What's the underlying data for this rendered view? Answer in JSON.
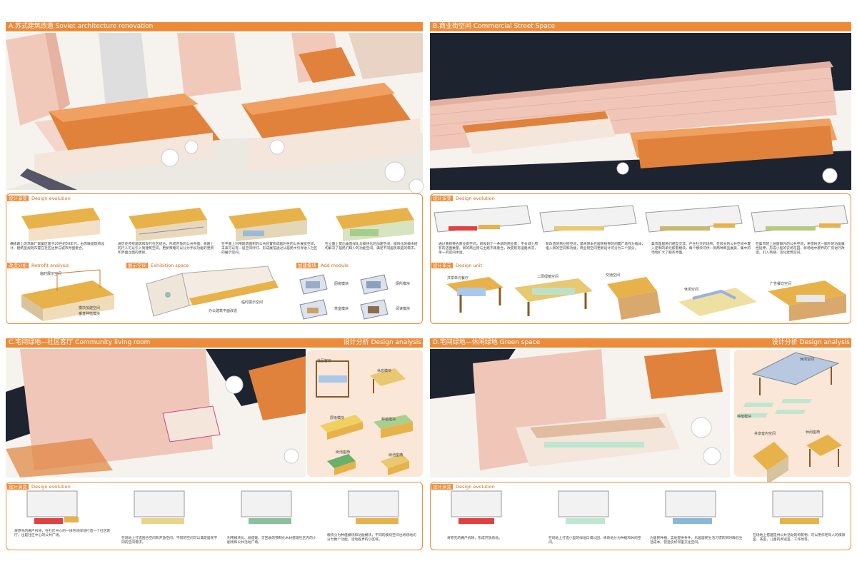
{
  "sections": {
    "a_title": "A.苏式建筑改造  Soviet architecture renovation",
    "b_title": "B.商业街空间  Commercial Street Space",
    "c_title": "C.宅间绿地—社区客厅  Community living room",
    "c_right": "设计分析  Design analysis",
    "d_title": "D.宅间绿地—休闲绿地  Green space",
    "d_right": "设计分析  Design analysis"
  },
  "a": {
    "evo_cn": "设计演变",
    "evo_en": "Design evolution",
    "captions": [
      "横栋路上的苏联厂家属区建于20世纪50年代，由苏联建筑师设计，建筑呈规则布置在社区边界与城市界面重合。",
      "将历史传统建筑和现代社区结合，形成开放的公共界面，将路上的行人可以引入到建筑空间，更新策略可以分为手段功能的更新和界面立面的更新。",
      "在平面上利用建筑面积的公共装置形成临时性的公共展览空间，未来可以有一层空间呼吁、形成展馆通过从居民中引导进入社区的展示空间。",
      "在立面上提出垂直绿化与模块化的加建空间，模块化的模块结构解决了居民们缺少的功能空间，满足不同居民家庭的需求。"
    ],
    "retro_cn": "改造分析",
    "retro_en": "Retrofit analysis",
    "retro_l1": "临时展示空间",
    "retro_l2": "模块加建空间",
    "retro_l3": "垂直种植模块",
    "exh_cn": "展示空间",
    "exh_en": "Exhibition space",
    "exh_l1": "办公建筑平面改造",
    "exh_l2": "临时展示空间",
    "add_cn": "加建模块",
    "add_en": "Add module",
    "mods": [
      "厨房模块",
      "厕所模块",
      "茶室模块",
      "阅读模块"
    ]
  },
  "b": {
    "evo_cn": "设计演变",
    "evo_en": "Design evolution",
    "captions": [
      "通过重新整合商业街空间，新规划了一条新的商业街，不会减少原有的店面数量，新的商业街与主路不再重合，改变现有道路状况，单一的空间体验。",
      "新改造的商业街空间，是将原本在居民楼旁的闲置广场作为载体，植入新的空间和功能，商业街空间更新设计可分为三个部分。",
      "集市是居民们相互交流、产生社交的场所，在较长的公共空间中置入定制的单元嵌套模块，每个模块可供一到两种商品展卖，集中的场地扩大了服务界面。",
      "在集市的上层是额外的公共空间，希望将这一额外的功能属性延伸，形成小型的农场花园，将场地中废弃的厂房进行改造，引入商铺、活化建筑空间。"
    ],
    "unit_cn": "设计单元",
    "unit_en": "Design unit",
    "units": [
      "共享单元餐厅",
      "二层绿植空间",
      "交通空间",
      "休闲空间",
      "广告餐饮空间"
    ]
  },
  "c": {
    "analysis": [
      "社区客厅",
      "休息模块",
      "层级模块",
      "种植模块",
      "树池座椅",
      "树池座椅"
    ],
    "evo_cn": "设计演变",
    "evo_en": "Design evolution",
    "captions": [
      "将原先的棚户拆除，在社区中心的一块宅间绿地打造一个社区客厅，也是社区中心的公共广场。",
      "在场地上打造围合空间和开放空间，不同的空间可以满足居民不同的空间需求。",
      "利用模块化、易搭建，可回收的预制化木材搭建社区内的小剧场和公共活动广场。",
      "模块分为种植模块和功能模块，不同的模块空间也将场地切分为数个功能，活动各异的小区域。"
    ]
  },
  "d": {
    "analysis": [
      "休闲空间",
      "种植模块",
      "共享室内空间",
      "休闲座椅"
    ],
    "evo_cn": "设计演变",
    "evo_en": "Design evolution",
    "captions": [
      "将原先的棚户拆除，形成开放场地。",
      "在场地上打造小型的绿地口袋公园，将场地分为种植和休闲空间。",
      "为居民种植，实地提供条件，乐居居民生活习惯的同时降低生活成本，营造良好邻里交往空间。",
      "在场地上搭建提供公共活动的构筑物，可以用作老年人的棋牌室、茶室，儿童的阅读室、工作坊等。"
    ]
  },
  "colors": {
    "accent": "#ec8c3a",
    "roof": "#e0823c",
    "brick": "#f0c6b8",
    "light_bg": "#fbe7d7",
    "dark": "#1e2330"
  }
}
